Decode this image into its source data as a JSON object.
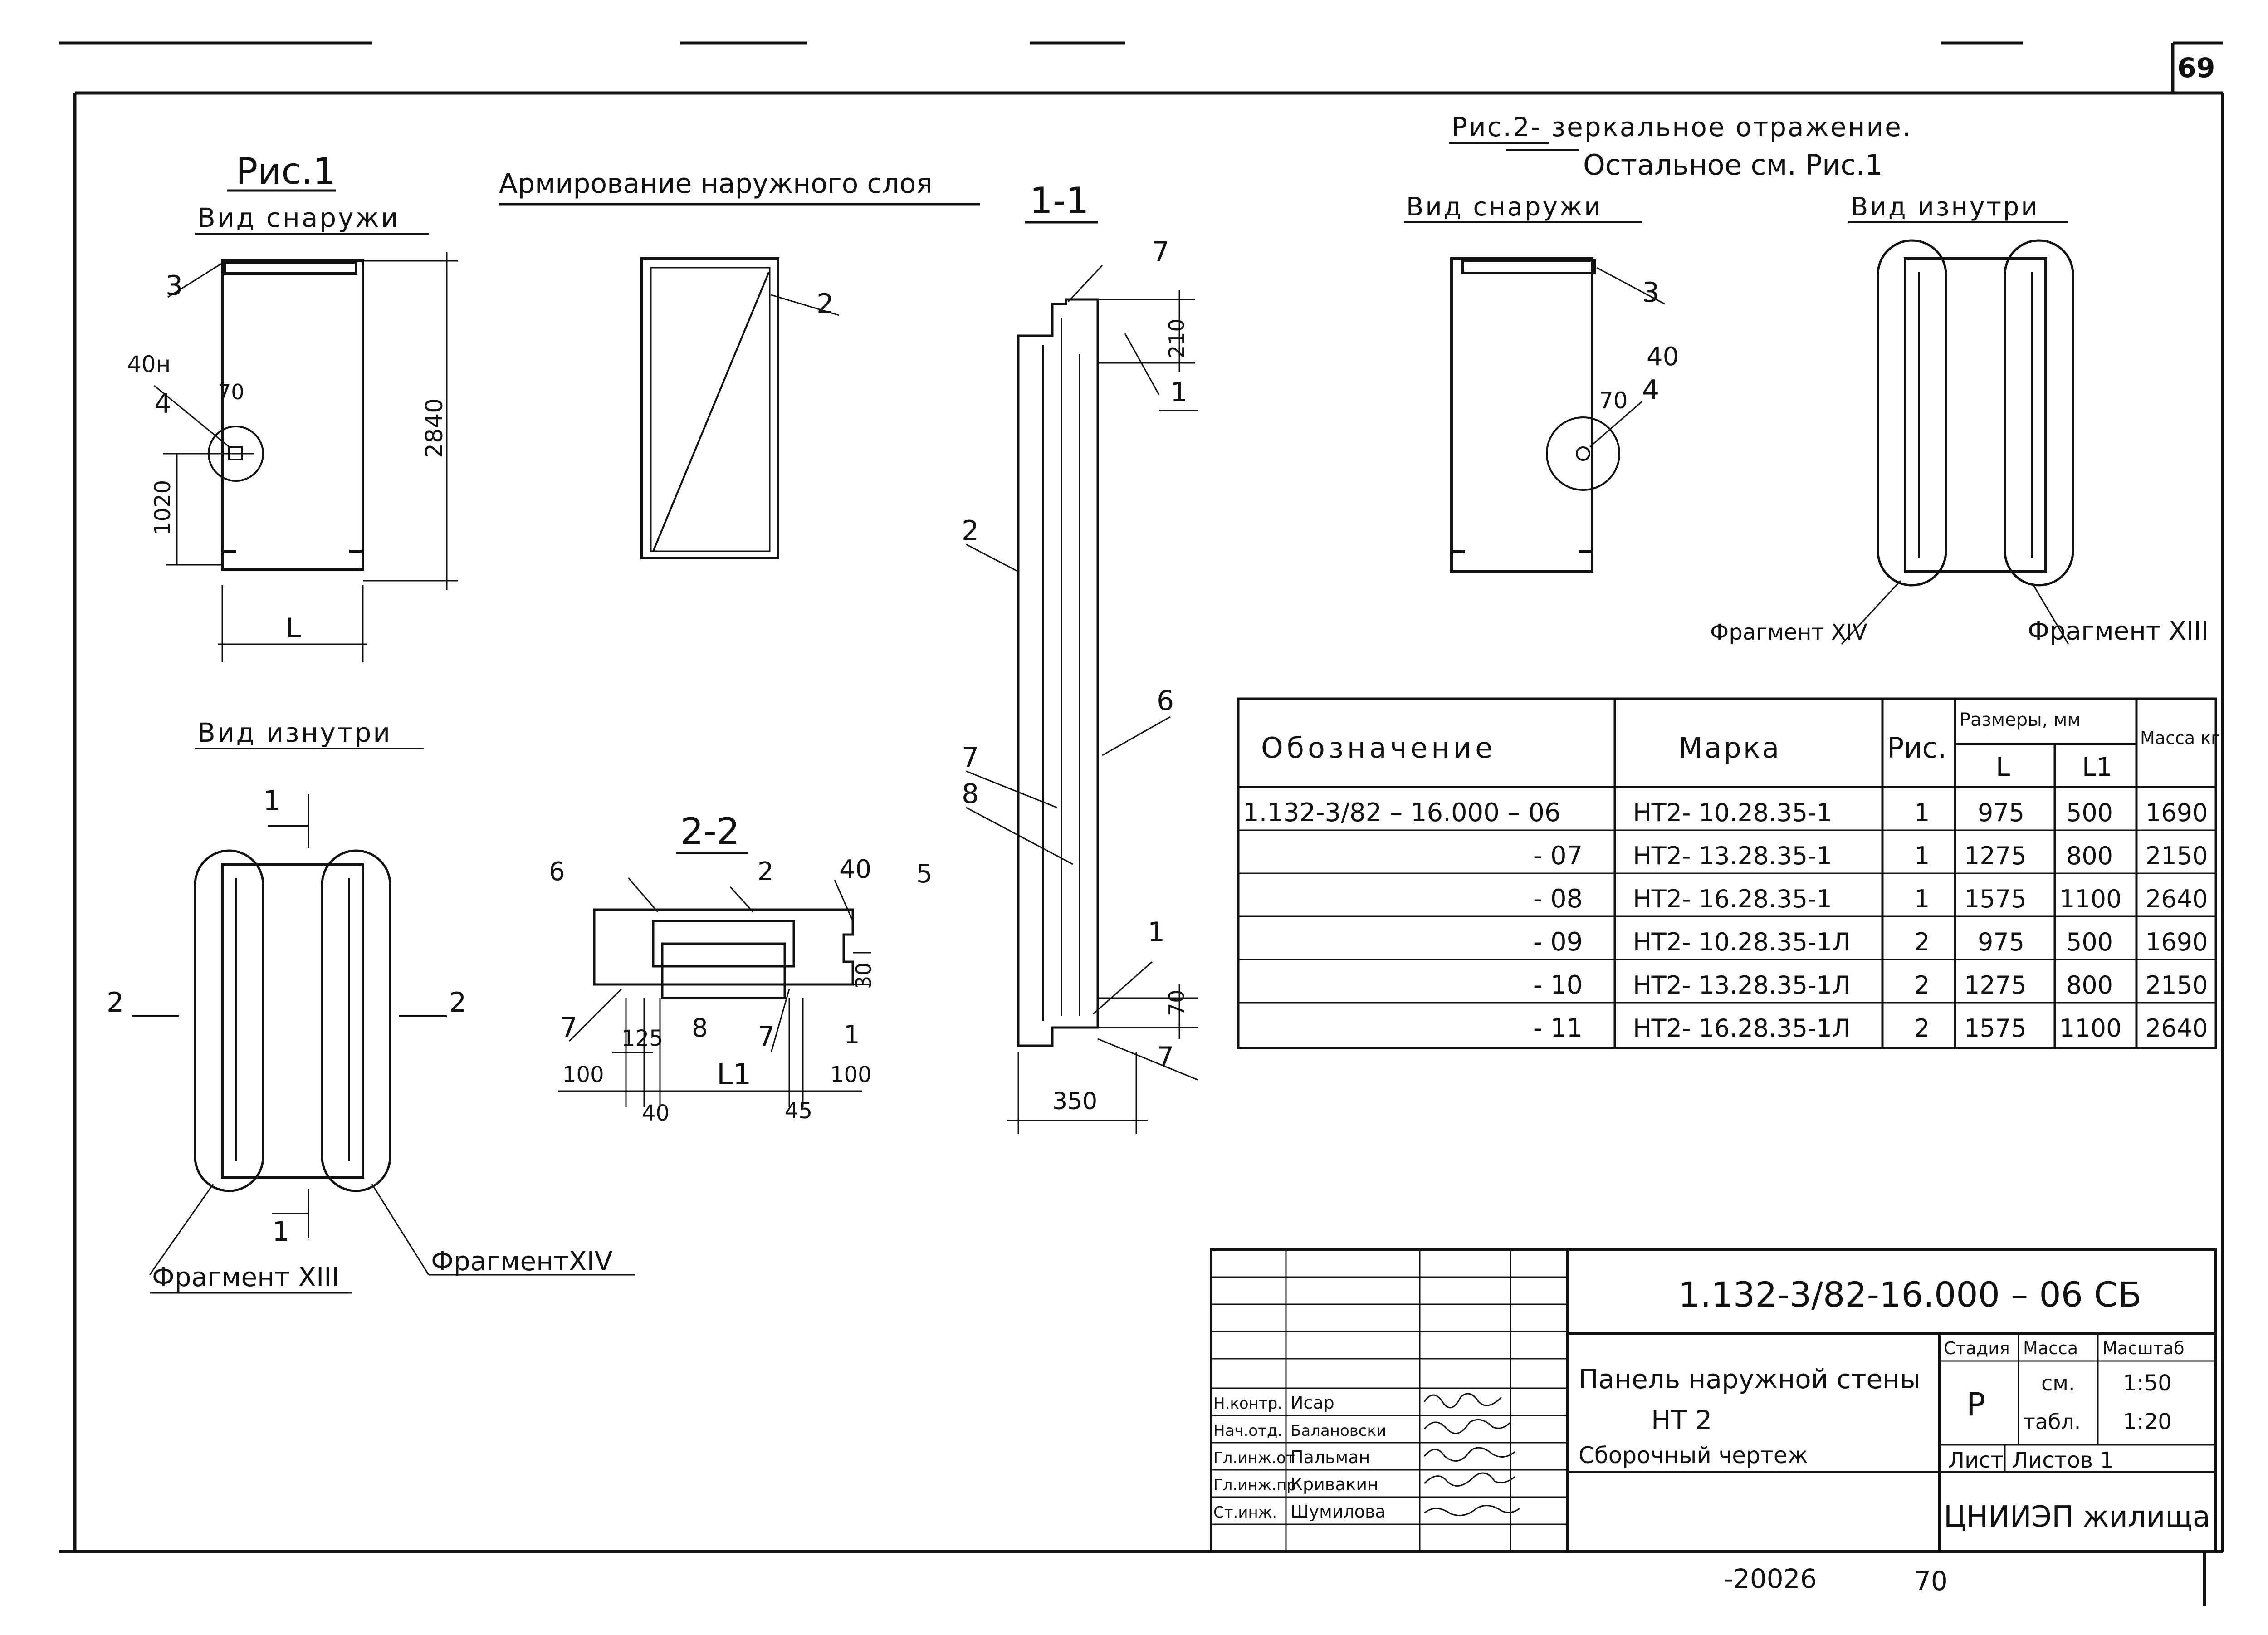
{
  "sheet_number": "69",
  "fig1": {
    "title": "Рис.1",
    "view_outside": "Вид снаружи",
    "view_inside": "Вид изнутри",
    "dim_height": "2840",
    "dim_1020": "1020",
    "dim_70": "70",
    "label_40n": "40н",
    "label_L": "L",
    "callout_3": "3",
    "callout_4": "4",
    "section_mark_1": "1",
    "section_mark_2": "2",
    "fragment_13": "Фрагмент XIII",
    "fragment_14": "ФрагментXIV"
  },
  "reinforcement": {
    "title": "Армирование наружного слоя",
    "callout_2": "2"
  },
  "section_1_1": {
    "title": "1-1",
    "callouts": [
      "7",
      "1",
      "2",
      "6",
      "7",
      "8",
      "1",
      "7"
    ],
    "dim_210": "210",
    "dim_70": "70",
    "dim_350": "350"
  },
  "section_2_2": {
    "title": "2-2",
    "callout_6": "6",
    "callout_2": "2",
    "callout_40": "40",
    "callout_5": "5",
    "callout_7a": "7",
    "callout_8": "8",
    "callout_7b": "7",
    "callout_1": "1",
    "dim_30": "30",
    "dim_125": "125",
    "dim_100a": "100",
    "dim_L1": "L1",
    "dim_100b": "100",
    "dim_40": "40",
    "dim_45": "45"
  },
  "fig2": {
    "title": "Рис.2- зеркальное отражение.",
    "subtitle": "Остальное см. Рис.1",
    "view_outside": "Вид снаружи",
    "view_inside": "Вид изнутри",
    "callout_3": "3",
    "callout_40": "40",
    "callout_4": "4",
    "dim_70": "70",
    "fragment_14": "Фрагмент XIV",
    "fragment_13": "Фрагмент XIII"
  },
  "spec_table": {
    "headers": {
      "designation": "Обозначение",
      "mark": "Марка",
      "fig": "Рис.",
      "sizes": "Размеры, мм",
      "size_L": "L",
      "size_L1": "L1",
      "mass": "Масса кг"
    },
    "rows": [
      {
        "designation": "1.132-3/82 – 16.000 – 06",
        "mark": "НТ2- 10.28.35-1",
        "fig": "1",
        "L": "975",
        "L1": "500",
        "mass": "1690"
      },
      {
        "designation": "- 07",
        "mark": "НТ2- 13.28.35-1",
        "fig": "1",
        "L": "1275",
        "L1": "800",
        "mass": "2150"
      },
      {
        "designation": "- 08",
        "mark": "НТ2- 16.28.35-1",
        "fig": "1",
        "L": "1575",
        "L1": "1100",
        "mass": "2640"
      },
      {
        "designation": "- 09",
        "mark": "НТ2- 10.28.35-1Л",
        "fig": "2",
        "L": "975",
        "L1": "500",
        "mass": "1690"
      },
      {
        "designation": "- 10",
        "mark": "НТ2- 13.28.35-1Л",
        "fig": "2",
        "L": "1275",
        "L1": "800",
        "mass": "2150"
      },
      {
        "designation": "- 11",
        "mark": "НТ2- 16.28.35-1Л",
        "fig": "2",
        "L": "1575",
        "L1": "1100",
        "mass": "2640"
      }
    ]
  },
  "title_block": {
    "document_code": "1.132-3/82-16.000 – 06 СБ",
    "name_line1": "Панель наружной стены",
    "name_line2": "НТ 2",
    "name_line3": "Сборочный чертеж",
    "stage_label": "Стадия",
    "mass_label": "Масса",
    "scale_label": "Масштаб",
    "stage": "Р",
    "mass_value_1": "см.",
    "mass_value_2": "табл.",
    "scale_1": "1:50",
    "scale_2": "1:20",
    "sheet_label": "Лист",
    "sheets_label": "Листов 1",
    "organization": "ЦНИИЭП жилища",
    "signatures": [
      {
        "role": "Н.контр.",
        "name": "Исар"
      },
      {
        "role": "Нач.отд.",
        "name": "Балановски"
      },
      {
        "role": "Гл.инж.от",
        "name": "Пальман"
      },
      {
        "role": "Гл.инж.пр",
        "name": "Кривакин"
      },
      {
        "role": "Ст.инж.",
        "name": "Шумилова"
      }
    ]
  },
  "footer": {
    "archive_number": "-20026",
    "page_number": "70"
  }
}
